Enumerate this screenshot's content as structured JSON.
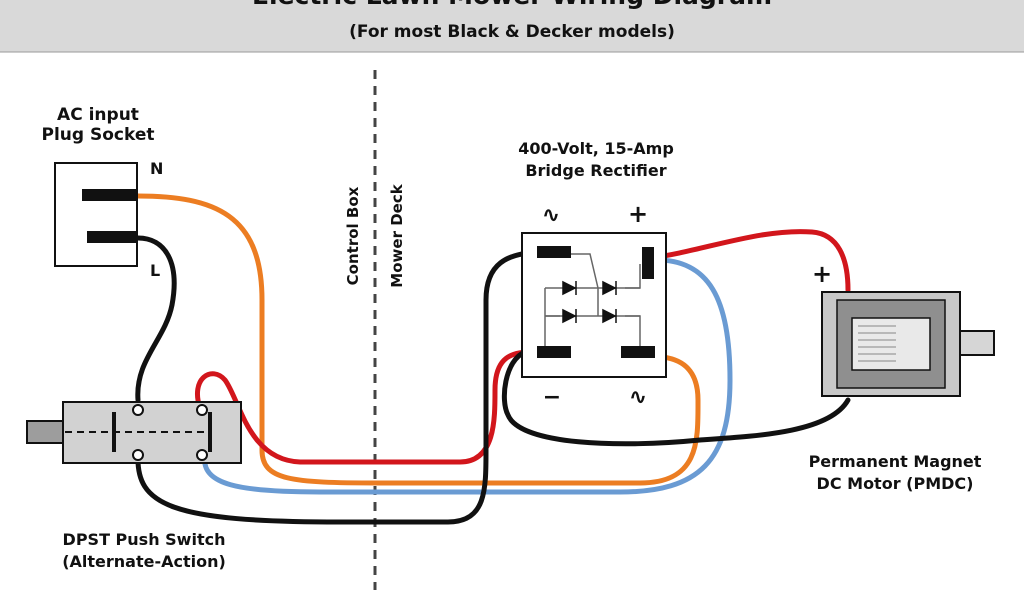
{
  "header": {
    "title": "Electric Lawn Mower Wiring Diagram",
    "subtitle": "(For most Black & Decker models)"
  },
  "labels": {
    "ac_input_line1": "AC input",
    "ac_input_line2": "Plug Socket",
    "neutral": "N",
    "live": "L",
    "control_box": "Control Box",
    "mower_deck": "Mower Deck",
    "rectifier_line1": "400-Volt, 15-Amp",
    "rectifier_line2": "Bridge Rectifier",
    "ac_symbol_top": "∿",
    "plus_top": "+",
    "minus_bottom": "−",
    "ac_symbol_bottom": "∿",
    "motor_plus": "+",
    "motor_line1": "Permanent Magnet",
    "motor_line2": "DC Motor (PMDC)",
    "switch_line1": "DPST Push Switch",
    "switch_line2": "(Alternate-Action)"
  },
  "colors": {
    "header_bg": "#d9d9d9",
    "wire_orange": "#ec7d22",
    "wire_red": "#d2161c",
    "wire_blue": "#6a9bd3",
    "wire_black": "#111111",
    "switch_fill": "#d2d2d2",
    "motor_fill": "#c8c8c8"
  }
}
